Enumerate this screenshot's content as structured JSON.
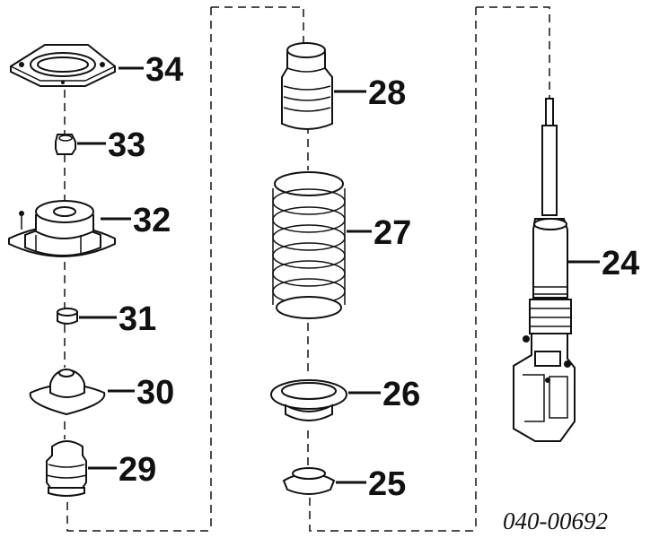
{
  "diagram": {
    "callouts": {
      "p34": "34",
      "p33": "33",
      "p32": "32",
      "p31": "31",
      "p30": "30",
      "p29": "29",
      "p28": "28",
      "p27": "27",
      "p26": "26",
      "p25": "25",
      "p24": "24"
    },
    "drawing_code": "040-00692"
  },
  "colors": {
    "line": "#111111",
    "background": "#ffffff"
  }
}
